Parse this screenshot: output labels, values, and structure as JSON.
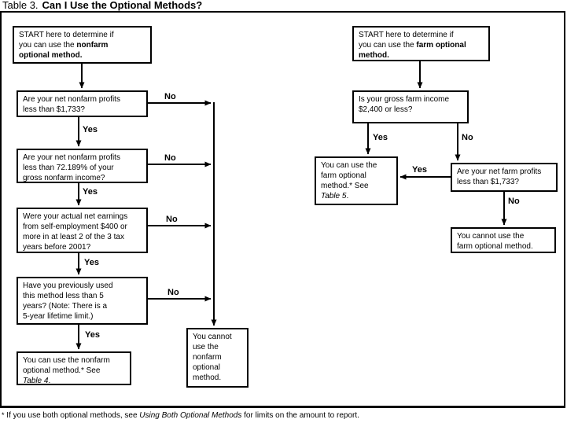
{
  "title": {
    "prefix": "Table 3.",
    "main": "Can I Use the Optional Methods?"
  },
  "labels": {
    "yes": "Yes",
    "no": "No"
  },
  "nodes": {
    "nonfarm_start": {
      "text": "START here to determine if\nyou can use the ",
      "bold": "nonfarm\noptional method."
    },
    "nonfarm_q_profits": {
      "text": "Are your net nonfarm profits\nless than $1,733?"
    },
    "nonfarm_q_percent": {
      "text": "Are your net nonfarm profits\nless than 72.189% of your\ngross nonfarm income?"
    },
    "nonfarm_q_earnings": {
      "text": "Were your actual net earnings\nfrom self-employment $400 or\nmore in at least 2 of the 3 tax\nyears before 2001?"
    },
    "nonfarm_q_used": {
      "text": "Have you previously used\nthis method less than 5\nyears? (Note: There is a\n5-year lifetime limit.)"
    },
    "nonfarm_can": {
      "text": "You can use the nonfarm\noptional method.* See\n",
      "italic": "Table 4",
      "suffix": "."
    },
    "nonfarm_cannot": {
      "text": "You cannot\nuse the\nnonfarm\noptional\nmethod."
    },
    "farm_start": {
      "text": "START here to determine if\nyou can use the ",
      "bold": "farm optional\nmethod."
    },
    "farm_q_income": {
      "text": "Is your gross farm income\n$2,400 or less?"
    },
    "farm_can": {
      "text": "You can use the\nfarm optional\nmethod.* See\n",
      "italic": "Table 5",
      "suffix": "."
    },
    "farm_q_profits": {
      "text": "Are your net farm profits\nless than $1,733?"
    },
    "farm_cannot": {
      "text": "You cannot use the\nfarm optional method."
    }
  },
  "footnote": {
    "star": "*",
    "text": " If you use both optional methods, see ",
    "italic": "Using Both Optional Methods",
    "suffix": " for limits on the amount to report."
  }
}
